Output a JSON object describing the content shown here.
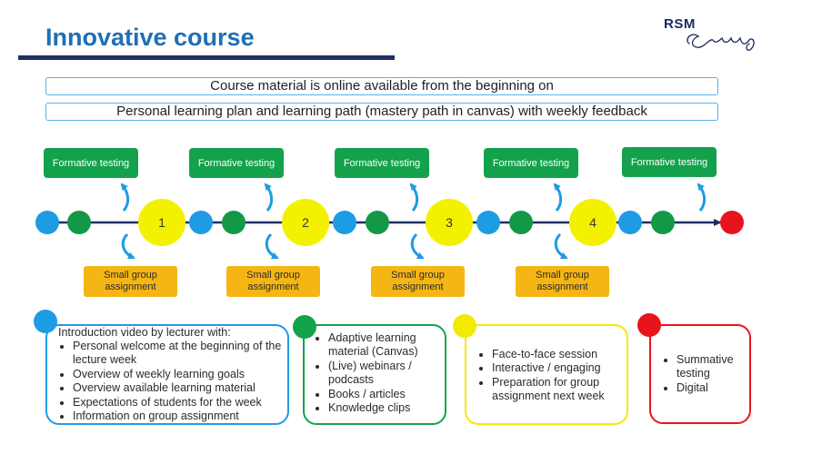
{
  "header": {
    "title": "Innovative course",
    "logo_text": "RSM"
  },
  "banners": [
    "Course material is online available from the beginning on",
    "Personal learning plan and learning path (mastery path in canvas) with weekly feedback"
  ],
  "timeline": {
    "formative_label": "Formative testing",
    "group_label": "Small group assignment",
    "weeks": [
      "1",
      "2",
      "3",
      "4"
    ],
    "colors": {
      "blue": "#1e9ce3",
      "green": "#139946",
      "yellow": "#f4f100",
      "red": "#e8141c",
      "line": "#1f2f66"
    }
  },
  "cards": {
    "blue": {
      "intro": "Introduction video by lecturer with:",
      "items": [
        "Personal welcome at the beginning of the lecture week",
        "Overview of weekly learning goals",
        "Overview available learning material",
        "Expectations of students for the week",
        "Information on group assignment"
      ]
    },
    "green": {
      "items": [
        "Adaptive learning material (Canvas)",
        "(Live) webinars / podcasts",
        "Books / articles",
        "Knowledge clips"
      ]
    },
    "yellow": {
      "items": [
        "Face-to-face session",
        "Interactive / engaging",
        "Preparation for group assignment next week"
      ]
    },
    "red": {
      "items": [
        "Summative testing",
        "Digital"
      ]
    }
  }
}
